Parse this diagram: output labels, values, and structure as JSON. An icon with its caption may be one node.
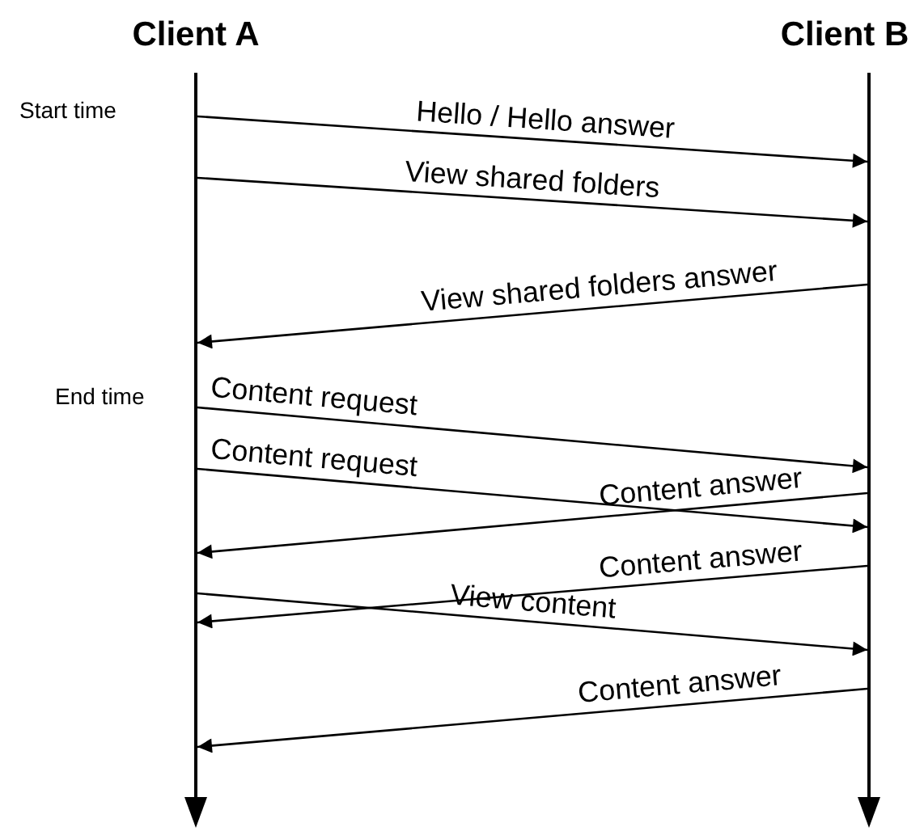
{
  "diagram": {
    "nodes": [
      {
        "text": [
          "Client A"
        ]
      },
      {
        "text": [
          "Client B"
        ]
      },
      {
        "text": [],
        "shape": "line"
      },
      {
        "text": [],
        "shape": "line"
      }
    ],
    "edges": [
      {
        "from": 2,
        "to": 3,
        "arrow": "to",
        "label": "Hello / Hello answer"
      },
      {
        "from": 2,
        "to": 3,
        "arrow": "to",
        "label": "View shared folders"
      },
      {
        "from": 3,
        "to": 2,
        "arrow": "to",
        "label": "View shared folders answer"
      },
      {
        "from": 2,
        "to": 3,
        "arrow": "to",
        "label": "Content request"
      },
      {
        "from": 2,
        "to": 3,
        "arrow": "to",
        "label": "Content request"
      },
      {
        "from": 3,
        "to": 2,
        "arrow": "to",
        "label": "Content answer"
      },
      {
        "from": 3,
        "to": 2,
        "arrow": "to",
        "label": "Content answer"
      },
      {
        "from": 2,
        "to": 3,
        "arrow": "to",
        "label": "View content"
      },
      {
        "from": 3,
        "to": 2,
        "arrow": "to",
        "label": "Content answer"
      }
    ],
    "labels": [
      "Start time",
      "End time"
    ]
  }
}
